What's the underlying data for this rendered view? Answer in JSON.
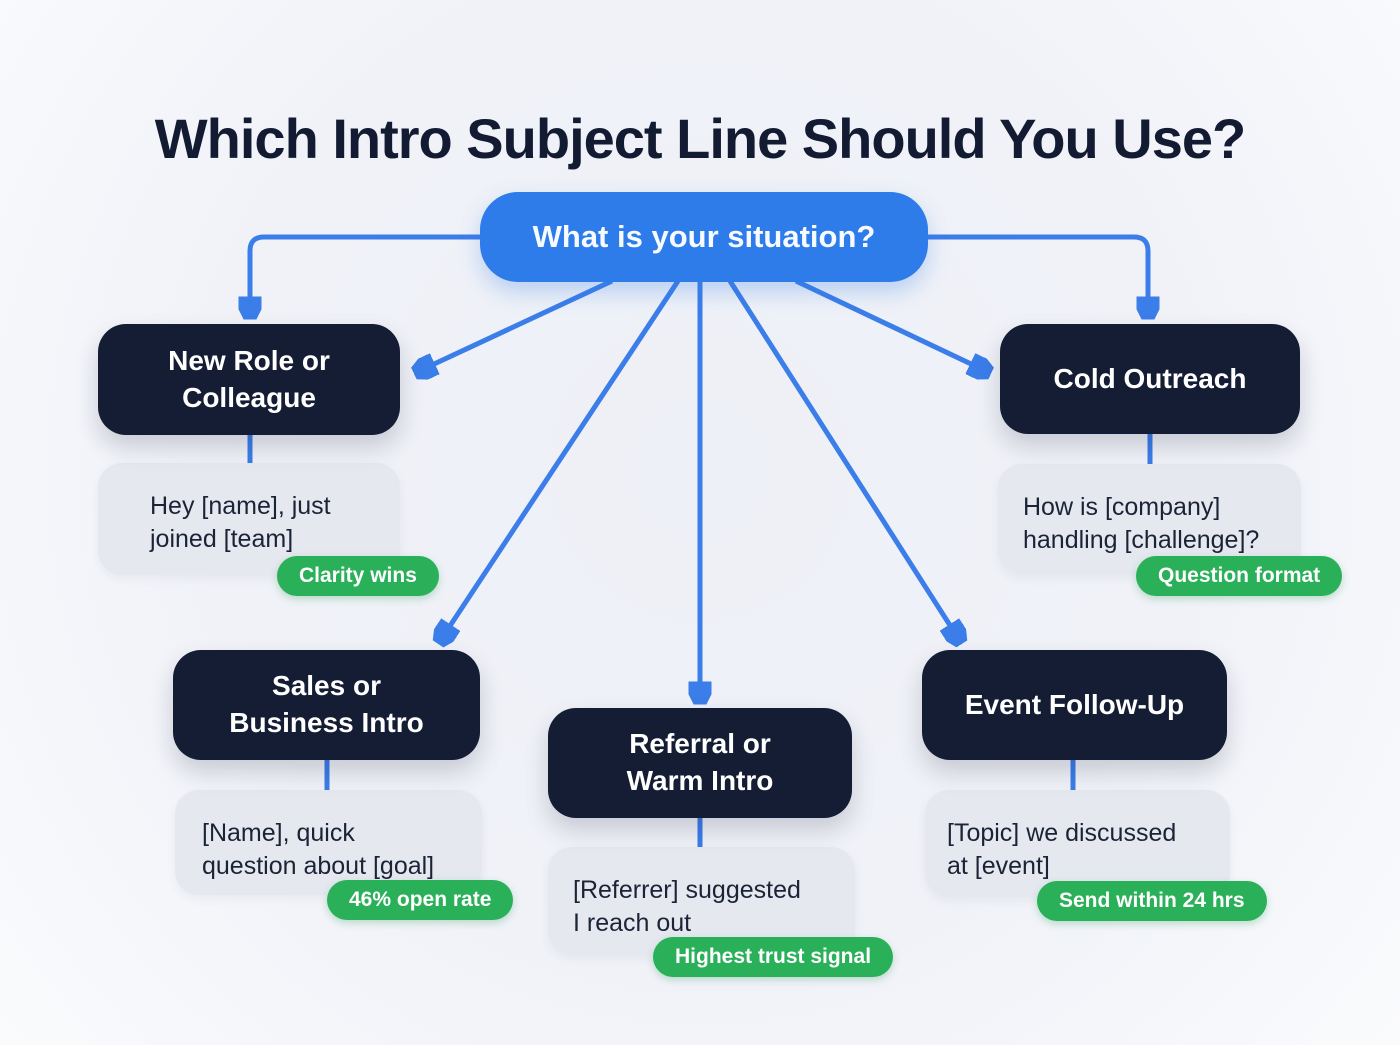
{
  "title": "Which Intro Subject Line Should You Use?",
  "root": {
    "label": "What is your situation?"
  },
  "branches": [
    {
      "id": "new-role",
      "label": "New Role or\nColleague",
      "example": "Hey [name], just\njoined [team]",
      "badge": "Clarity wins"
    },
    {
      "id": "cold-outreach",
      "label": "Cold Outreach",
      "example": "How is [company]\nhandling [challenge]?",
      "badge": "Question format"
    },
    {
      "id": "sales",
      "label": "Sales or\nBusiness Intro",
      "example": "[Name], quick\nquestion about [goal]",
      "badge": "46% open rate"
    },
    {
      "id": "referral",
      "label": "Referral or\nWarm Intro",
      "example": "[Referrer] suggested\nI reach out",
      "badge": "Highest trust signal"
    },
    {
      "id": "event",
      "label": "Event Follow-Up",
      "example": "[Topic] we discussed\nat [event]",
      "badge": "Send within 24 hrs"
    }
  ],
  "colors": {
    "background": "#f0f2f8",
    "root_node": "#2e7bea",
    "branch_node": "#141d33",
    "example_box": "#e5e8ef",
    "badge": "#2bb05a",
    "connector": "#3b7de9",
    "title_text": "#131b33"
  }
}
